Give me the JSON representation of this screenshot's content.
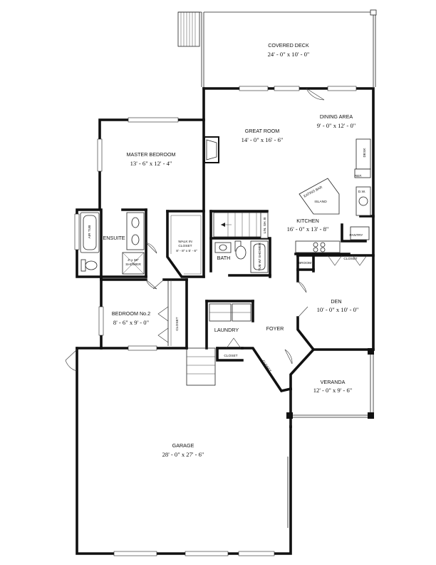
{
  "rooms": {
    "covered_deck": {
      "name": "COVERED DECK",
      "dims": "24' - 0\" x 10' - 0\""
    },
    "dining_area": {
      "name": "DINING AREA",
      "dims": "9' - 0\" x 12' - 0\""
    },
    "great_room": {
      "name": "GREAT ROOM",
      "dims": "14' - 0\" x 16' - 6\""
    },
    "master_bedroom": {
      "name": "MASTER BEDROOM",
      "dims": "13' - 6\" x 12' - 4\""
    },
    "kitchen": {
      "name": "KITCHEN",
      "dims": "16' - 0\" x 13' - 8\""
    },
    "ensuite": {
      "name": "ENSUITE"
    },
    "walk_in_closet": {
      "name_line1": "WALK IN",
      "name_line2": "CLOSET",
      "dims": "8' - 8\" x 5' - 6\""
    },
    "bath": {
      "name": "BATH"
    },
    "bedroom2": {
      "name": "BEDROOM No.2",
      "dims": "8' - 6\" x 9' - 0\""
    },
    "laundry": {
      "name": "LAUNDRY"
    },
    "foyer": {
      "name": "FOYER"
    },
    "den": {
      "name": "DEN",
      "dims": "10' - 0\" x 10' - 0\""
    },
    "veranda": {
      "name": "VERANDA",
      "dims": "12' - 0\" x 9' - 6\""
    },
    "garage": {
      "name": "GARAGE",
      "dims": "28' - 0\" x 27' - 6\""
    }
  },
  "labels": {
    "desk": "DESK",
    "ref": "REF.",
    "dw": "D.W.",
    "island": "ISLAND",
    "eating_bar": "EATING BAR",
    "pantry": "PANTRY",
    "range": "RG",
    "broom": "BROOM",
    "closet_kitchen": "CLOSET",
    "closet_bedroom": "CLOSET",
    "closet_laundry": "CLOSET",
    "closet_foyer": "CLOSET",
    "air_tub": "AIR TUB",
    "shower": "4' x 36\"",
    "shower2": "SHOWER",
    "tub_shower": "TUB W/ SHOWER",
    "linen": "LIN. SH. B"
  }
}
